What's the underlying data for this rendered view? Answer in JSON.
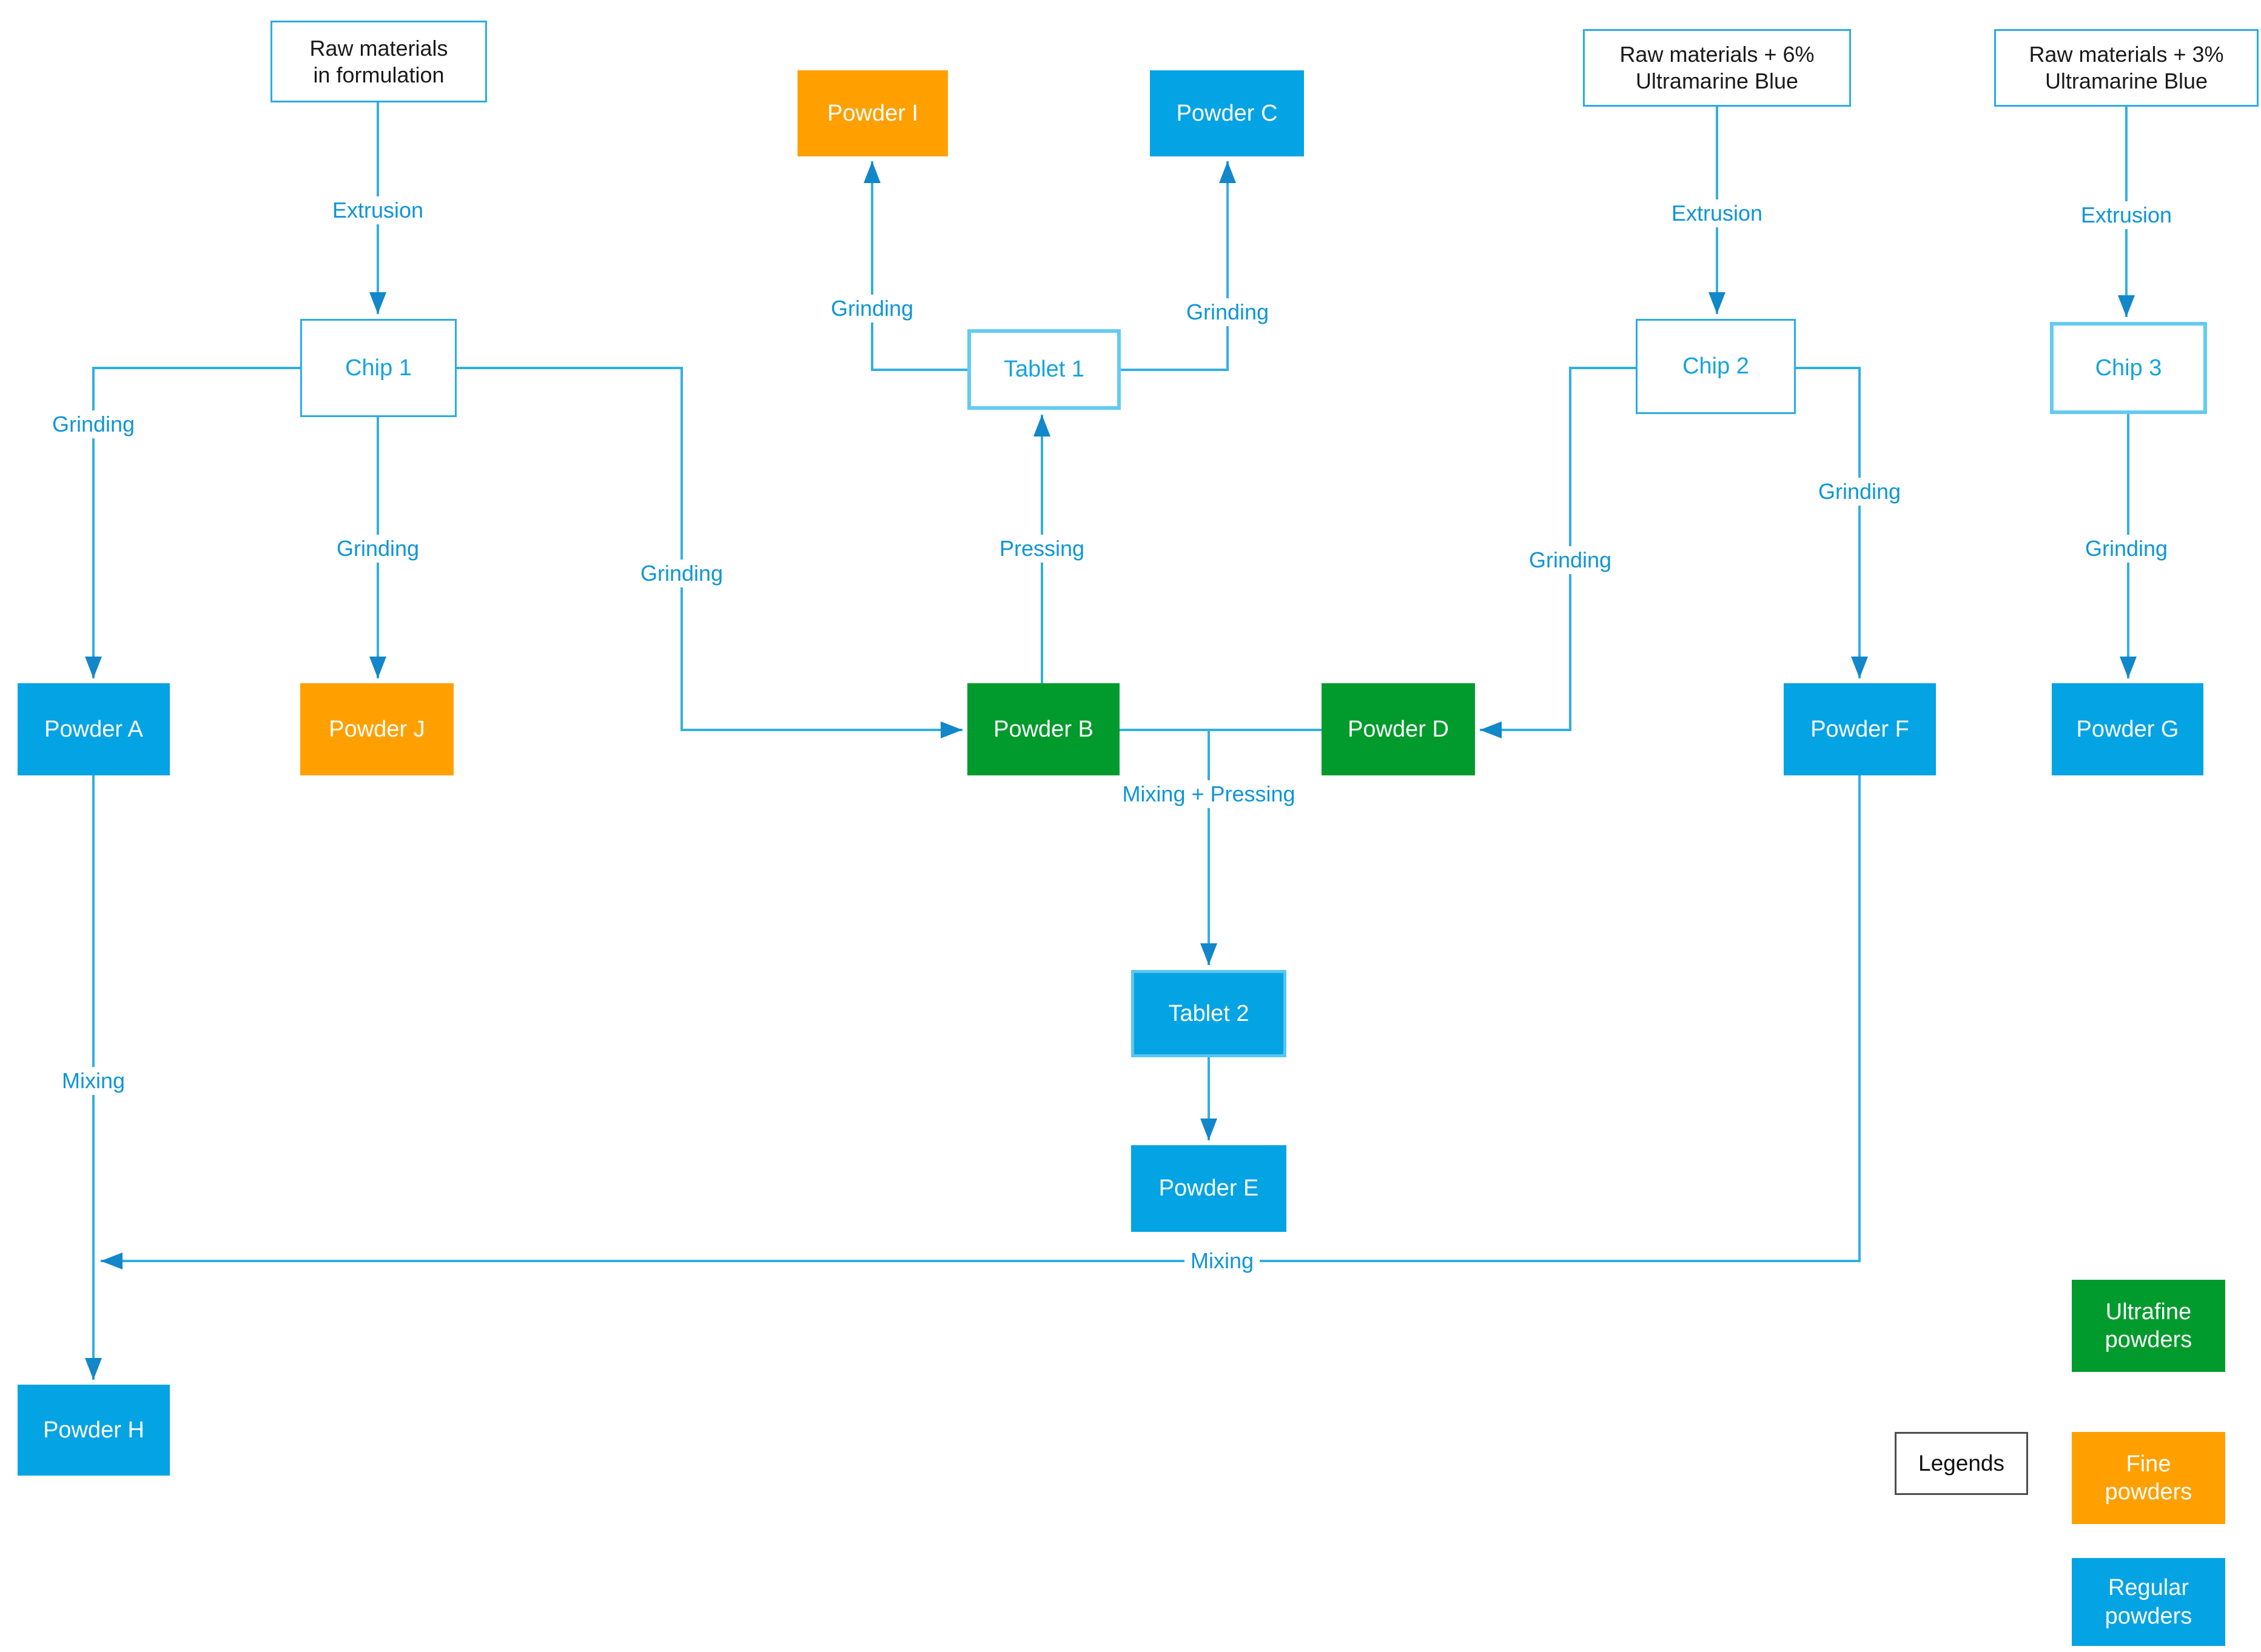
{
  "colors": {
    "regular_powder_blue": "#04A3E4",
    "fine_powder_orange": "#FFA000",
    "ultrafine_powder_green": "#009B2C",
    "connector_line_blue": "#32AFE3",
    "arrowhead_blue": "#1287C9",
    "edge_label_blue": "#0D95D6",
    "white_node_border_blue": "#2AACE2",
    "legend_frame_border_gray": "#4D4D4D"
  },
  "nodes": {
    "raw1": {
      "line1": "Raw materials",
      "line2": "in formulation"
    },
    "chip1": {
      "label": "Chip 1"
    },
    "powder_i": {
      "label": "Powder I"
    },
    "powder_c": {
      "label": "Powder C"
    },
    "tablet1": {
      "label": "Tablet 1"
    },
    "raw2": {
      "line1": "Raw materials + 6%",
      "line2": "Ultramarine Blue"
    },
    "chip2": {
      "label": "Chip 2"
    },
    "raw3": {
      "line1": "Raw materials + 3%",
      "line2": "Ultramarine Blue"
    },
    "chip3": {
      "label": "Chip 3"
    },
    "powder_a": {
      "label": "Powder A"
    },
    "powder_j": {
      "label": "Powder J"
    },
    "powder_b": {
      "label": "Powder B"
    },
    "powder_d": {
      "label": "Powder D"
    },
    "powder_f": {
      "label": "Powder F"
    },
    "powder_g": {
      "label": "Powder G"
    },
    "tablet2": {
      "label": "Tablet 2"
    },
    "powder_e": {
      "label": "Powder E"
    },
    "powder_h": {
      "label": "Powder H"
    }
  },
  "edge_labels": {
    "extrusion1": "Extrusion",
    "extrusion2": "Extrusion",
    "extrusion3": "Extrusion",
    "grinding_a": "Grinding",
    "grinding_j": "Grinding",
    "grinding_b": "Grinding",
    "grinding_i": "Grinding",
    "grinding_c": "Grinding",
    "grinding_d": "Grinding",
    "grinding_f": "Grinding",
    "grinding_g": "Grinding",
    "pressing": "Pressing",
    "mixing_pressing": "Mixing + Pressing",
    "mixing_vertical": "Mixing",
    "mixing_horizontal": "Mixing"
  },
  "legend": {
    "frame_label": "Legends",
    "ultrafine": {
      "line1": "Ultrafine",
      "line2": "powders"
    },
    "fine": {
      "line1": "Fine",
      "line2": "powders"
    },
    "regular": {
      "line1": "Regular",
      "line2": "powders"
    }
  }
}
